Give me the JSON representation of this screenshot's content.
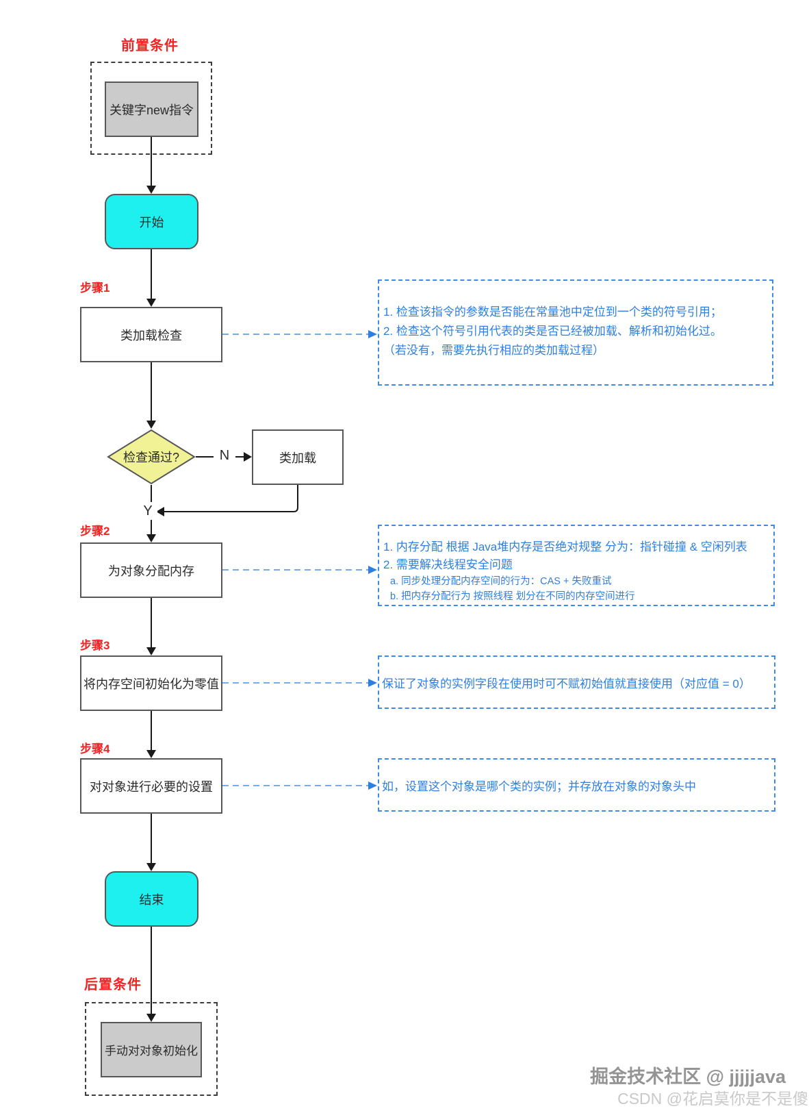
{
  "flow": {
    "precondition_label": "前置条件",
    "precondition_node": "关键字new指令",
    "start_node": "开始",
    "step1_label": "步骤1",
    "step1_node": "类加载检查",
    "decision_node": "检查通过?",
    "decision_no": "N",
    "decision_yes": "Y",
    "classload_node": "类加载",
    "step2_label": "步骤2",
    "step2_node": "为对象分配内存",
    "step3_label": "步骤3",
    "step3_node": "将内存空间初始化为零值",
    "step4_label": "步骤4",
    "step4_node": "对对象进行必要的设置",
    "end_node": "结束",
    "postcondition_label": "后置条件",
    "postcondition_node": "手动对对象初始化"
  },
  "annotations": {
    "step1": {
      "lines": [
        "1. 检查该指令的参数是否能在常量池中定位到一个类的符号引用；",
        "2. 检查这个符号引用代表的类是否已经被加载、解析和初始化过。",
        "（若没有，需要先执行相应的类加载过程）"
      ]
    },
    "step2": {
      "lines": [
        "1. 内存分配 根据 Java堆内存是否绝对规整 分为：指针碰撞 & 空闲列表",
        "2. 需要解决线程安全问题"
      ],
      "sublines": [
        "a. 同步处理分配内存空间的行为：CAS + 失败重试",
        "b. 把内存分配行为 按照线程 划分在不同的内存空间进行"
      ]
    },
    "step3": {
      "text": "保证了对象的实例字段在使用时可不赋初始值就直接使用（对应值 = 0）"
    },
    "step4": {
      "text": "如，设置这个对象是哪个类的实例；并存放在对象的对象头中"
    }
  },
  "watermark": {
    "line1": "掘金技术社区 @ jjjjjava",
    "line2": "CSDN @花启莫你是不是傻"
  },
  "colors": {
    "label_red": "#f42222",
    "annotation_blue": "#2e7fdf",
    "terminal_cyan": "#1ef0f0",
    "decision_yellow": "#f1f295",
    "condition_gray": "#cbcbcb"
  }
}
